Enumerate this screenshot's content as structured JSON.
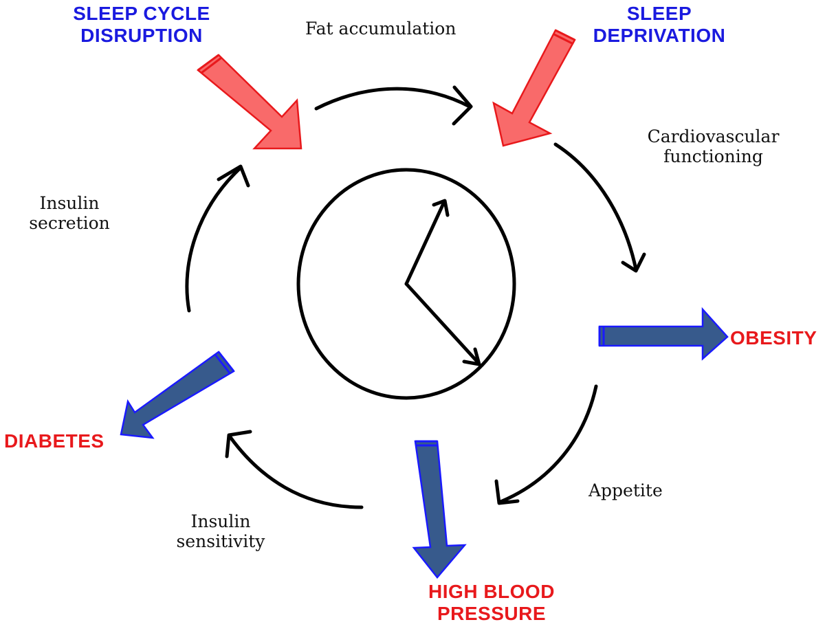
{
  "colors": {
    "factor_text": "#1a1adf",
    "outcome_text": "#e8191c",
    "red_arrow_fill": "#f96a6a",
    "red_arrow_stroke": "#e8191c",
    "blue_arrow_fill": "#375a8c",
    "blue_arrow_stroke": "#1a1aff",
    "cycle_stroke": "#000000"
  },
  "factors": [
    {
      "id": "sleep-cycle-disruption",
      "text": "SLEEP CYCLE\nDISRUPTION"
    },
    {
      "id": "sleep-deprivation",
      "text": "SLEEP\nDEPRIVATION"
    }
  ],
  "processes": [
    {
      "id": "fat-accumulation",
      "text": "Fat accumulation"
    },
    {
      "id": "cardiovascular-functioning",
      "text": "Cardiovascular\nfunctioning"
    },
    {
      "id": "appetite",
      "text": "Appetite"
    },
    {
      "id": "insulin-sensitivity",
      "text": "Insulin\nsensitivity"
    },
    {
      "id": "insulin-secretion",
      "text": "Insulin\nsecretion"
    }
  ],
  "outcomes": [
    {
      "id": "obesity",
      "text": "OBESITY"
    },
    {
      "id": "high-blood-pressure",
      "text": "HIGH BLOOD\nPRESSURE"
    },
    {
      "id": "diabetes",
      "text": "DIABETES"
    }
  ],
  "center_icon": "clock-icon"
}
